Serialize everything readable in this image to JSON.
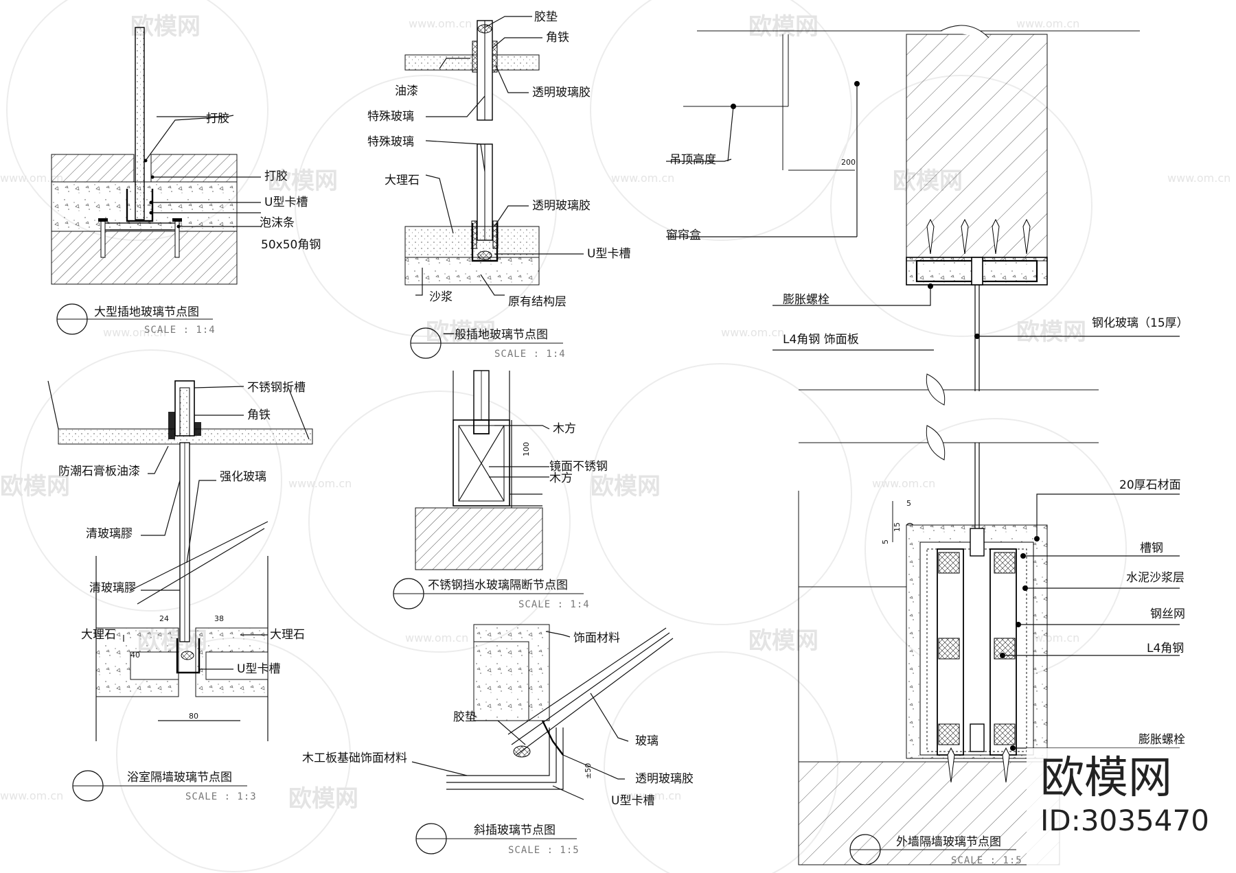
{
  "brand": {
    "name": "欧模网",
    "id_text": "ID:3035470"
  },
  "watermark": {
    "text": "欧模网",
    "url": "www.om.cn"
  },
  "details": {
    "d1": {
      "title": "大型插地玻璃节点图",
      "scale": "SCALE :  1:4",
      "labels": {
        "l1": "打胶",
        "l2": "打胶",
        "l3": "U型卡槽",
        "l4": "泡沫条",
        "l5": "50x50角钢"
      }
    },
    "d2": {
      "title": "一般插地玻璃节点图",
      "scale": "SCALE :  1:4",
      "labels": {
        "l1": "胶垫",
        "l2": "角铁",
        "l3": "油漆",
        "l4": "透明玻璃胶",
        "l5": "特殊玻璃",
        "l6": "特殊玻璃",
        "l7": "大理石",
        "l8": "透明玻璃胶",
        "l9": "U型卡槽",
        "l10": "沙浆",
        "l11": "原有结构层"
      }
    },
    "d3": {
      "title": "浴室隔墙玻璃节点图",
      "scale": "SCALE :  1:3",
      "labels": {
        "l1": "不锈钢折槽",
        "l2": "角铁",
        "l3": "防潮石膏板油漆",
        "l4": "强化玻璃",
        "l5": "清玻璃膠",
        "l6": "清玻璃膠",
        "l7": "大理石",
        "l8": "大理石",
        "l9": "U型卡槽"
      },
      "dims": {
        "d24": "24",
        "d38": "38",
        "d40": "40",
        "d80": "80"
      }
    },
    "d4": {
      "title": "不锈钢挡水玻璃隔断节点图",
      "scale": "SCALE :  1:4",
      "labels": {
        "l1": "木方",
        "l2": "镜面不锈钢",
        "l3": "木方"
      },
      "dims": {
        "d100": "100"
      }
    },
    "d5": {
      "title": "斜插玻璃节点图",
      "scale": "SCALE :  1:5",
      "labels": {
        "l1": "饰面材料",
        "l2": "胶垫",
        "l3": "玻璃",
        "l4": "木工板基础饰面材料",
        "l5": "透明玻璃胶",
        "l6": "U型卡槽"
      },
      "dims": {
        "d50": "±50"
      }
    },
    "d6": {
      "title": "外墙隔墙玻璃节点图",
      "scale": "SCALE :  1:5",
      "labels": {
        "l1": "吊顶高度",
        "l2": "窗帘盒",
        "l3": "膨胀螺栓",
        "l4": "L4角钢 饰面板",
        "l5": "钢化玻璃（15厚）",
        "l6": "20厚石材面",
        "l7": "槽钢",
        "l8": "水泥沙浆层",
        "l9": "钢丝网",
        "l10": "L4角钢",
        "l11": "膨胀螺栓"
      },
      "dims": {
        "d200": "200",
        "d5a": "5",
        "d15": "15",
        "d5b": "5"
      }
    }
  }
}
